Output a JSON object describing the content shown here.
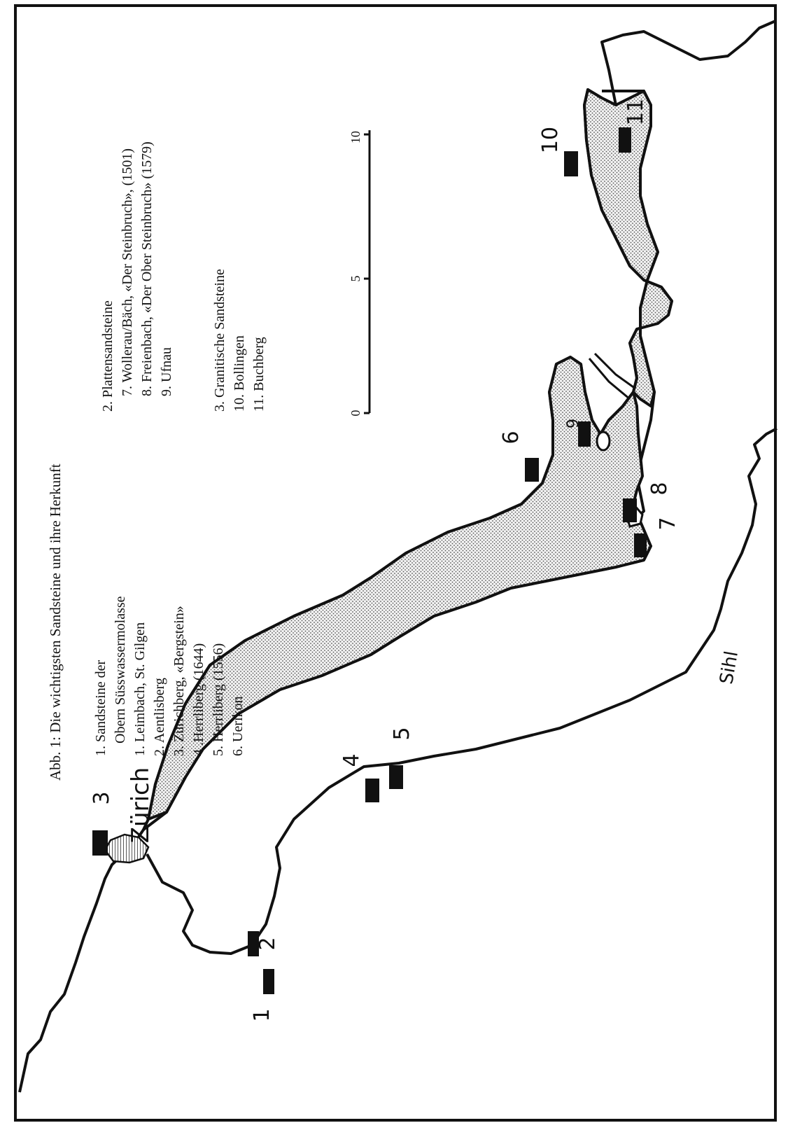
{
  "caption": {
    "title": "Abb. 1: Die wichtigsten Sandsteine und ihre Herkunft"
  },
  "legend": {
    "group1": {
      "heading_line1": "1. Sandsteine der",
      "heading_line2": "Obern Süsswassermolasse",
      "items": [
        "1.  Leimbach, St. Gilgen",
        "2.  Aentlisberg",
        "3.  Zürichberg, «Bergstein»",
        "4 .Herrliberg (1644)",
        "5.  Herrliberg (1556)",
        "6.  Uerikon"
      ]
    },
    "group2": {
      "heading": "2. Plattensandsteine",
      "items": [
        "7.  Wollerau/Bäch, «Der Steinbruch», (1501)",
        "8.  Freienbach, «Der Ober Steinbruch» (1579)",
        "9.  Ufnau"
      ]
    },
    "group3": {
      "heading": "3. Granitische Sandsteine",
      "items": [
        "10.  Bollingen",
        "11.  Buchberg"
      ]
    }
  },
  "scale_bar": {
    "ticks": [
      "0",
      "5",
      "10"
    ]
  },
  "map_labels": {
    "city": "Zürich",
    "river": "Sihl",
    "markers": [
      "1",
      "2",
      "3",
      "4",
      "5",
      "6",
      "7",
      "8",
      "9",
      "10",
      "11"
    ]
  },
  "colors": {
    "ink": "#111111",
    "lake_fill": "#d9d9d9",
    "paper": "#ffffff"
  }
}
